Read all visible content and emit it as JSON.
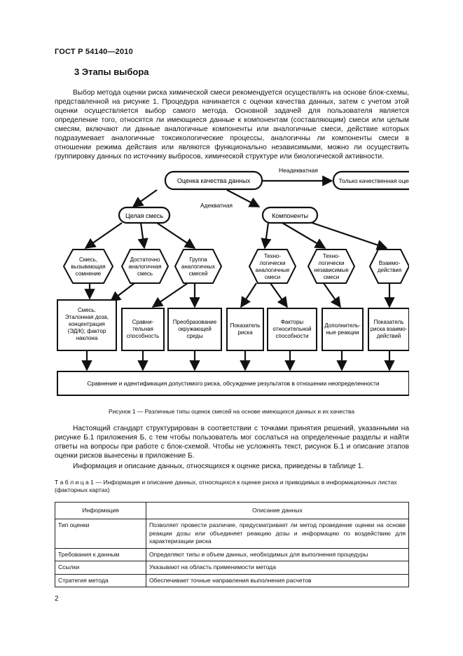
{
  "page": {
    "header": "ГОСТ Р 54140—2010",
    "section_title": "3 Этапы выбора",
    "paragraph1": "Выбор метода оценки риска химической смеси рекомендуется осуществлять на основе блок-схемы, представленной на рисунке 1. Процедура начинается с оценки качества данных, затем с учетом этой оценки осуществляется выбор самого метода. Основной задачей для пользователя является определение того, относятся ли имеющиеся данные к компонентам (составляющим) смеси или целым смесям, включают ли данные аналогичные компоненты или аналогичные смеси, действие которых подразумевает аналогичные токсикологические процессы, аналогичны ли компоненты смеси в отношении режима действия или являются функционально независимыми, можно ли осуществить группировку данных по источнику выбросов, химической структуре или биологической активности.",
    "figure_caption": "Рисунок 1 — Различные типы оценок смесей на основе имеющихся данных и их качества",
    "paragraph2": "Настоящий стандарт структурирован в соответствии с точками принятия решений, указанными на рисунке Б.1 приложения Б, с тем чтобы пользователь мог сослаться на определенные разделы и найти ответы на вопросы при работе с блок-схемой. Чтобы не усложнять текст, рисунок Б.1 и описание этапов оценки рисков вынесены в приложение Б.",
    "paragraph3": "Информация и описание данных, относящихся к оценке риска, приведены в таблице 1.",
    "table_title": "Т а б л и ц а  1 — Информация и описание данных, относящихся к оценке риска и приводимых в информационных листах (факторных картах)",
    "page_number": "2"
  },
  "diagram": {
    "top": "Оценка качества данных",
    "inadequate_label": "Неадекватная",
    "only_quality": "Только качественная оценка",
    "adequate_label": "Адекватная",
    "whole_mixture": "Целая смесь",
    "components": "Компоненты",
    "hex1": [
      "Смесь,",
      "вызывающая",
      "сомнение"
    ],
    "hex2": [
      "Достаточно",
      "аналогичная",
      "смесь"
    ],
    "hex3": [
      "Группа",
      "аналогичных",
      "смесей"
    ],
    "hex4": [
      "Техно-",
      "логически",
      "аналогичные",
      "смеси"
    ],
    "hex5": [
      "Техно-",
      "логически",
      "независимые",
      "смеси"
    ],
    "hex6": [
      "Взаимо-",
      "действия"
    ],
    "box1": [
      "Смесь.",
      "Эталонная доза,",
      "концентрация",
      "(ЭД/К); фактор",
      "наклона"
    ],
    "box2": [
      "Сравни-",
      "тельная",
      "способность"
    ],
    "box3": [
      "Преобразование",
      "окружающей",
      "среды"
    ],
    "box4": [
      "Показатель",
      "риска"
    ],
    "box5": [
      "Факторы",
      "относительной",
      "способности"
    ],
    "box6": [
      "Дополнитель-",
      "ные реакции"
    ],
    "box7": [
      "Показатель",
      "риска взаимо-",
      "действий"
    ],
    "bottom": "Сравнение и идентификация допустимого риска, обсуждение результатов в отношении неопределенности"
  },
  "table": {
    "headers": [
      "Информация",
      "Описание данных"
    ],
    "rows": [
      {
        "info": "Тип оценки",
        "desc": "Позволяет провести различие, предусматривает ли метод проведение оценки на основе реакции дозы или объединяет реакцию дозы и информацию по воздействию для характеризации риска"
      },
      {
        "info": "Требования к данным",
        "desc": "Определяют типы и объем данных, необходимых для выполнения процедуры"
      },
      {
        "info": "Ссылки",
        "desc": "Указывают на область применимости метода"
      },
      {
        "info": "Стратегия метода",
        "desc": "Обеспечивает точные направления выполнения расчетов"
      }
    ]
  }
}
